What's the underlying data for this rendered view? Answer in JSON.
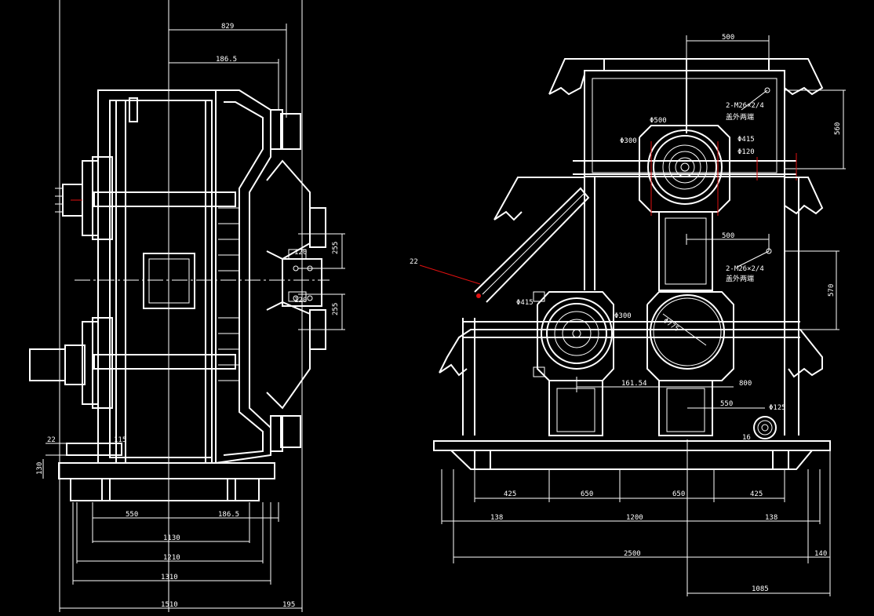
{
  "drawing": {
    "background": "#000000",
    "line_color": "#ffffff",
    "accent_color": "#e01010"
  },
  "side_view": {
    "dims_top": {
      "d1": "829",
      "d2": "186.5"
    },
    "dims_right": {
      "d1": "255",
      "d2": "255"
    },
    "dims_bolt": {
      "b1": "120",
      "b2": "120"
    },
    "dims_left": {
      "d1": "22",
      "d2": "130",
      "d3": "115"
    },
    "dims_bottom": {
      "a": "550",
      "b": "186.5",
      "c": "1130",
      "d": "1210",
      "e": "1310",
      "f": "1510",
      "g": "195"
    }
  },
  "front_view": {
    "dims_top": {
      "d1": "500",
      "d2": "560"
    },
    "dims_mid": {
      "d1": "500",
      "d2": "570"
    },
    "dims_bottom": {
      "a": "161.54",
      "b": "800",
      "c": "550"
    },
    "annotations": {
      "tap_upper_line1": "2-M26×2/4",
      "tap_upper_line2": "盖外两端",
      "tap_lower_line1": "2-M26×2/4",
      "tap_lower_line2": "盖外两端",
      "dia_upper_a": "Φ500",
      "dia_upper_b": "Φ300",
      "dia_upper_c": "Φ415",
      "dia_upper_d": "Φ120",
      "dia_lower_a": "Φ415",
      "dia_lower_b": "Φ300",
      "dia_lower_c": "Φ775",
      "dia_small": "Φ125",
      "leader_label": "22",
      "small_label": "16"
    },
    "dims_base": {
      "row1": [
        "425",
        "650",
        "650",
        "425"
      ],
      "row2": [
        "138",
        "1200",
        "138"
      ],
      "overall": "2500",
      "right_ext": "140",
      "bottom": "1085"
    }
  }
}
